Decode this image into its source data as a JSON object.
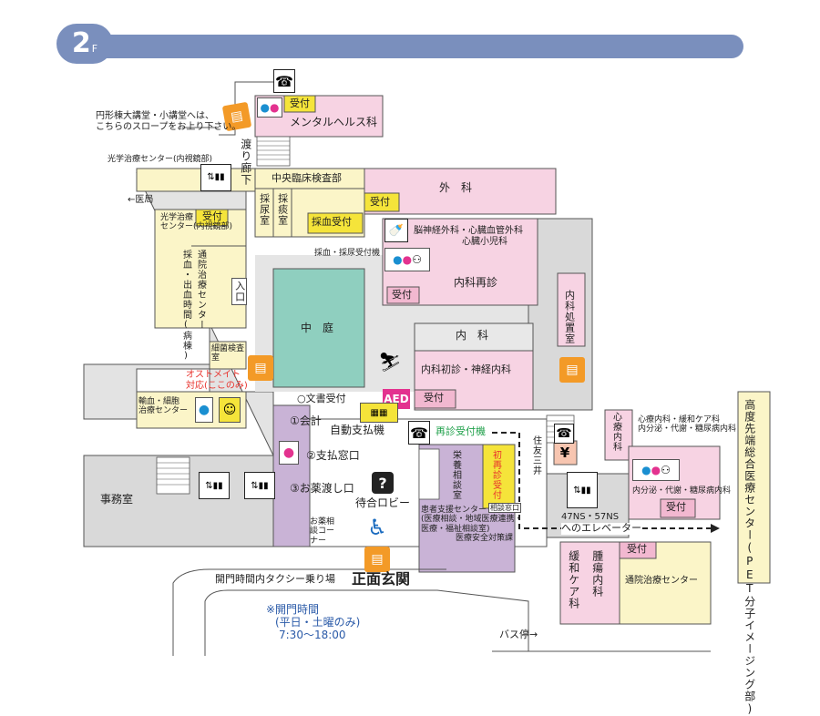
{
  "header": {
    "floor_number": "2",
    "floor_suffix": "F"
  },
  "colors": {
    "header_bar": "#7a8fbd",
    "pink_dept": "#f7d3e3",
    "yellow_dept": "#fbf5c8",
    "purple_dept": "#c9b3d6",
    "courtyard": "#8fcfbf",
    "gray_area": "#d9d9d9",
    "stairs_orange": "#f39a27"
  },
  "labels": {
    "slope_note_1": "円形棟大講堂・小講堂へは、",
    "slope_note_2": "こちらのスロープをお上り下さい。",
    "optical_center_top": "光学治療センター(内視鏡部)",
    "to_medical_bureau": "←医局",
    "watari_rouka": "渡り廊下",
    "mental_reception": "受付",
    "mental_health": "メンタルヘルス科",
    "central_lab": "中央臨床検査部",
    "urine_room": "採尿室",
    "sputum_room": "採痰室",
    "blood_reception": "採血受付",
    "surgery_reception": "受付",
    "surgery": "外　科",
    "optical_center_1": "光学治療",
    "optical_center_2": "センター(内視鏡部)",
    "optical_reception": "受付",
    "neuro_1": "脳神経外科・心臓血管外科",
    "neuro_2": "心臓小児科",
    "internal_revisit": "内科再診",
    "internal_revisit_reception": "受付",
    "blood_urine_machine": "採血・採尿受付機",
    "outpatient_center": "採血・出血時間(病棟)",
    "outpatient_center_2": "通院治療センター",
    "entrance_small": "入口",
    "internal_treatment": "内科処置室",
    "courtyard": "中　庭",
    "internal_medicine": "内　科",
    "internal_first": "内科初診・神経内科",
    "internal_reception": "受付",
    "aed": "AED",
    "bacteria_lab": "細菌検査室",
    "ostomate_1": "オストメイト",
    "ostomate_2": "対応(ここのみ)",
    "transfusion_center_1": "輸血・細胞",
    "transfusion_center_2": "治療センター",
    "document_reception": "○文書受付",
    "payment": "①会計",
    "auto_payment": "自動支払機",
    "revisit_machine": "再診受付機",
    "payment_window": "②支払窓口",
    "medicine_window": "③お薬渡し口",
    "waiting_lobby": "待合ロビー",
    "medicine_consult": "お薬相談コーナー",
    "nutrition_consult": "栄養相談室",
    "first_visit_reception": "初再診受付",
    "patient_support_1": "患者支援センター",
    "patient_support_2": "(医療相談・地域医療連携・",
    "patient_support_3": "医療・福祉相談室)",
    "patient_support_4": "医療安全対策課",
    "consult_window": "相談窓口",
    "sumitomo": "住友三井",
    "cardio": "心療内科",
    "diabetes_1": "心療内科・緩和ケア科",
    "diabetes_2": "内分泌・代謝・糖尿病内科",
    "diabetes_3": "内分泌・代謝・糖尿病内科",
    "diabetes_reception": "受付",
    "elevator_ns": "47NS・57NS",
    "elevator_way": "へのエレベーター",
    "pet_center": "高度先端総合医療センター(PET分子イメージング部)",
    "palliative": "緩和ケア科",
    "oncology": "腫瘍内科",
    "oncology_reception": "受付",
    "outpatient_treatment": "通院治療センター",
    "office": "事務室",
    "taxi": "開門時間内タクシー乗り場",
    "main_entrance": "正面玄関",
    "hours_title": "※開門時間",
    "hours_days": "(平日・土曜のみ)",
    "hours_time": "7:30〜18:00",
    "bus_stop": "バス停→"
  },
  "icons": {
    "phone": "phone-icon",
    "restroom": "restroom-icon",
    "elevator": "elevator-icon",
    "stairs": "stairs-icon",
    "escalator": "escalator-icon",
    "accessible": "wheelchair-icon",
    "baby": "baby-care-icon",
    "atm": "yen-icon",
    "info": "help-icon"
  }
}
